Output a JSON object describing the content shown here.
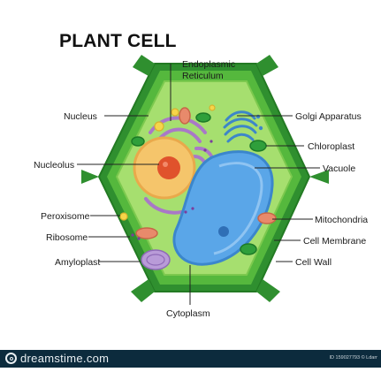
{
  "title": "PLANT CELL",
  "labels": {
    "endoplasmic_reticulum": [
      "Endoplasmic",
      "Reticulum"
    ],
    "nucleus": "Nucleus",
    "nucleolus": "Nucleolus",
    "peroxisome": "Peroxisome",
    "ribosome": "Ribosome",
    "amyloplast": "Amyloplast",
    "cytoplasm": "Cytoplasm",
    "golgi_apparatus": "Golgi Apparatus",
    "chloroplast": "Chloroplast",
    "vacuole": "Vacuole",
    "mitochondria": "Mitochondria",
    "cell_membrane": "Cell Membrane",
    "cell_wall": "Cell Wall"
  },
  "footer": {
    "brand": "dreamstime.com",
    "image_id": "ID 159027793 © Ldarr"
  },
  "colors": {
    "cell_wall_dark": "#2f8f2f",
    "cell_wall_light": "#5fc34a",
    "cytoplasm": "#a6df6f",
    "nucleus_outer": "#f5c56b",
    "nucleolus": "#e0522c",
    "vacuole": "#5aa6e8",
    "er": "#a978c7",
    "footer": "#0c2b3d"
  }
}
